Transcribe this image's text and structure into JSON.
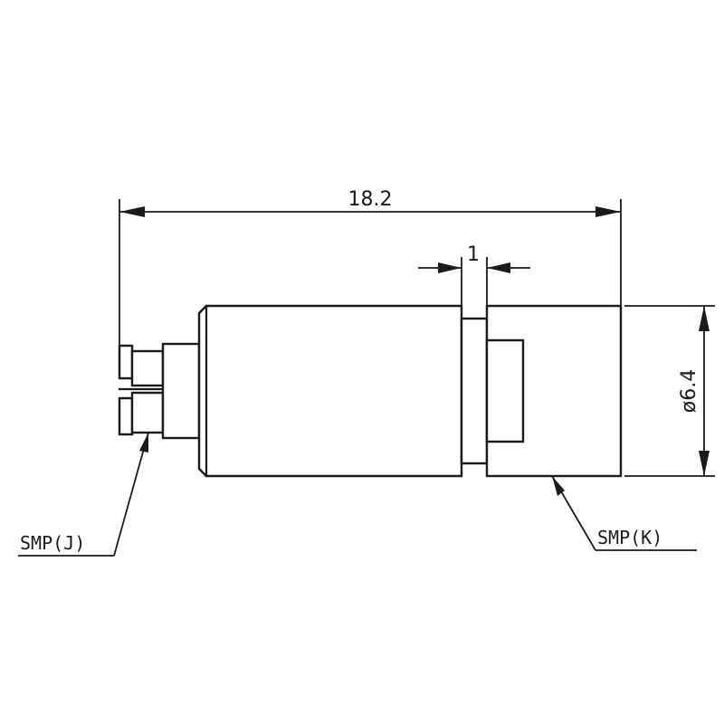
{
  "dimensions": {
    "overall_length": "18.2",
    "gap_width": "1",
    "diameter": "ø6.4"
  },
  "labels": {
    "left_connector": "SMP(J)",
    "right_connector": "SMP(K)"
  }
}
